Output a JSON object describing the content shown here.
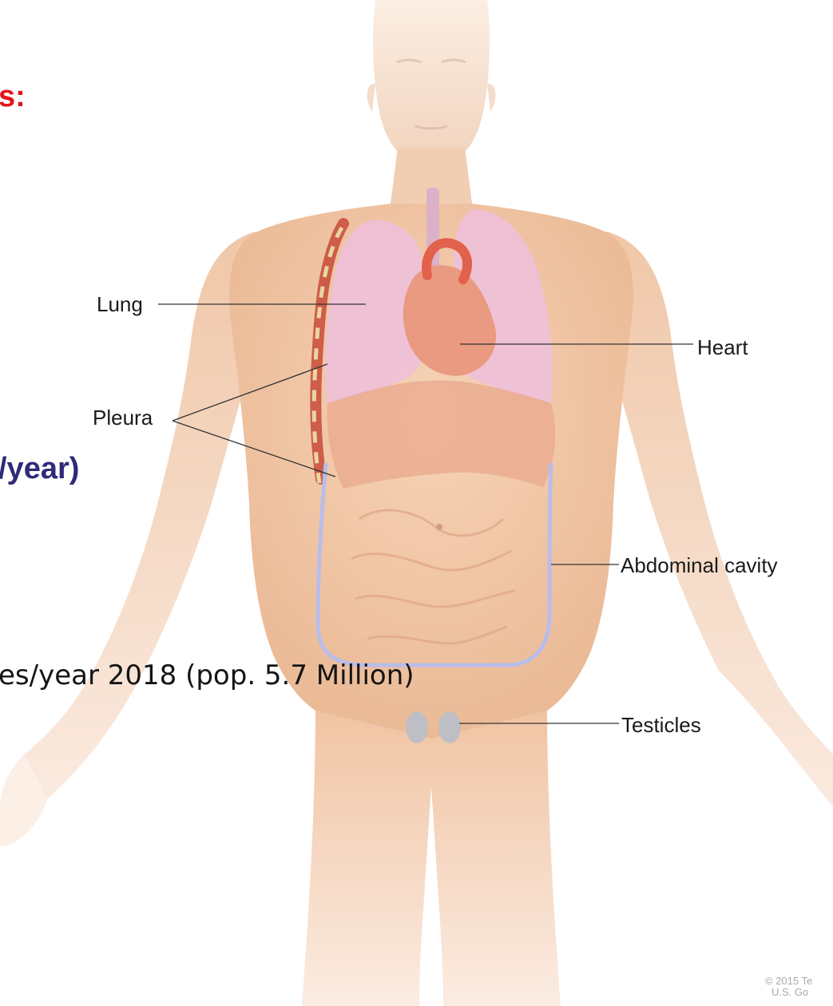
{
  "slide": {
    "heading_fragment": "s:",
    "subheading_fragment": "/year)",
    "text_fragment": "es/year 2018 (pop. 5.7 Million)"
  },
  "labels": {
    "lung": "Lung",
    "heart": "Heart",
    "pleura": "Pleura",
    "abdominal_cavity": "Abdominal cavity",
    "testicles": "Testicles"
  },
  "copyright": {
    "line1": "© 2015 Te",
    "line2": "U.S. Go"
  },
  "colors": {
    "heading": "#e3141b",
    "subheading": "#2e2b7a",
    "skin": "#f2c4a2",
    "lung": "#e8b7d0",
    "heart": "#e0806a",
    "membrane": "#b9bde8"
  }
}
